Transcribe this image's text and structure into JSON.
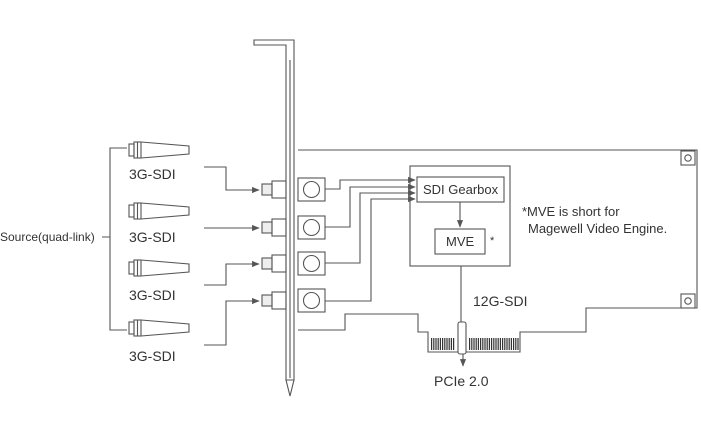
{
  "diagram": {
    "source_label": "Source(quad-link)",
    "inputs": [
      {
        "label": "3G-SDI"
      },
      {
        "label": "3G-SDI"
      },
      {
        "label": "3G-SDI"
      },
      {
        "label": "3G-SDI"
      }
    ],
    "blocks": {
      "gearbox": "SDI Gearbox",
      "mve": "MVE",
      "mve_asterisk": "*"
    },
    "note": {
      "line1": "*MVE is short for",
      "line2": "Magewell Video Engine."
    },
    "output_label": "12G-SDI",
    "bus_label": "PCIe 2.0"
  },
  "colors": {
    "stroke": "#555555",
    "text": "#333333",
    "connector_fill": "#eeeeee",
    "contacts": "#333333"
  }
}
